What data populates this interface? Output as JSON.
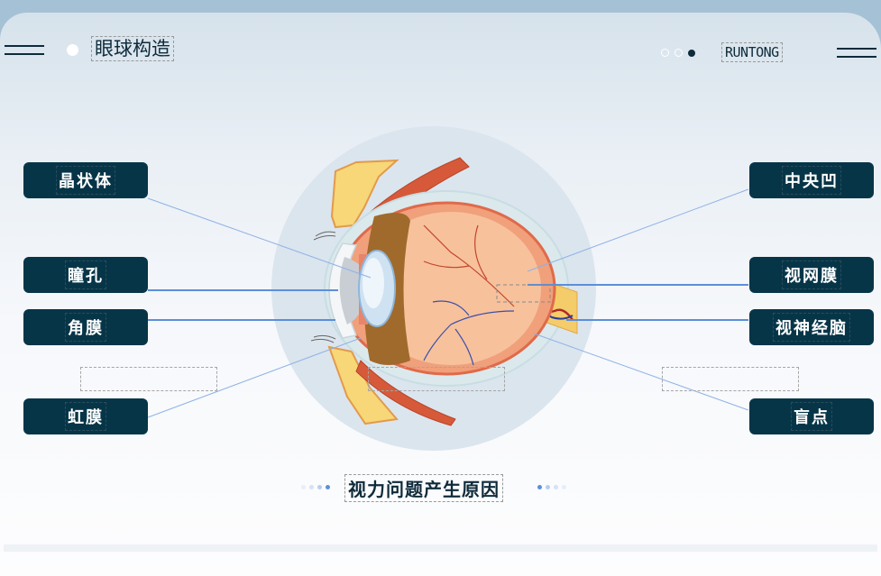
{
  "header": {
    "title": "眼球构造",
    "brand": "RUNTONG",
    "pager": {
      "total": 3,
      "active_index": 2
    }
  },
  "diagram": {
    "labels_left": [
      {
        "id": "lens",
        "text": "晶状体"
      },
      {
        "id": "pupil",
        "text": "瞳孔"
      },
      {
        "id": "cornea",
        "text": "角膜"
      },
      {
        "id": "iris",
        "text": "虹膜"
      }
    ],
    "labels_right": [
      {
        "id": "fovea",
        "text": "中央凹"
      },
      {
        "id": "retina",
        "text": "视网膜"
      },
      {
        "id": "optic-nerve",
        "text": "视神经脑"
      },
      {
        "id": "blind-spot",
        "text": "盲点"
      }
    ],
    "placeholders": [
      "",
      "",
      ""
    ]
  },
  "footer": {
    "title": "视力问题产生原因"
  },
  "colors": {
    "label_bg": "#073548",
    "title_text": "#0e2b3a",
    "connector": "#5b8fd9",
    "circle_bg": "#dbe5ee"
  }
}
